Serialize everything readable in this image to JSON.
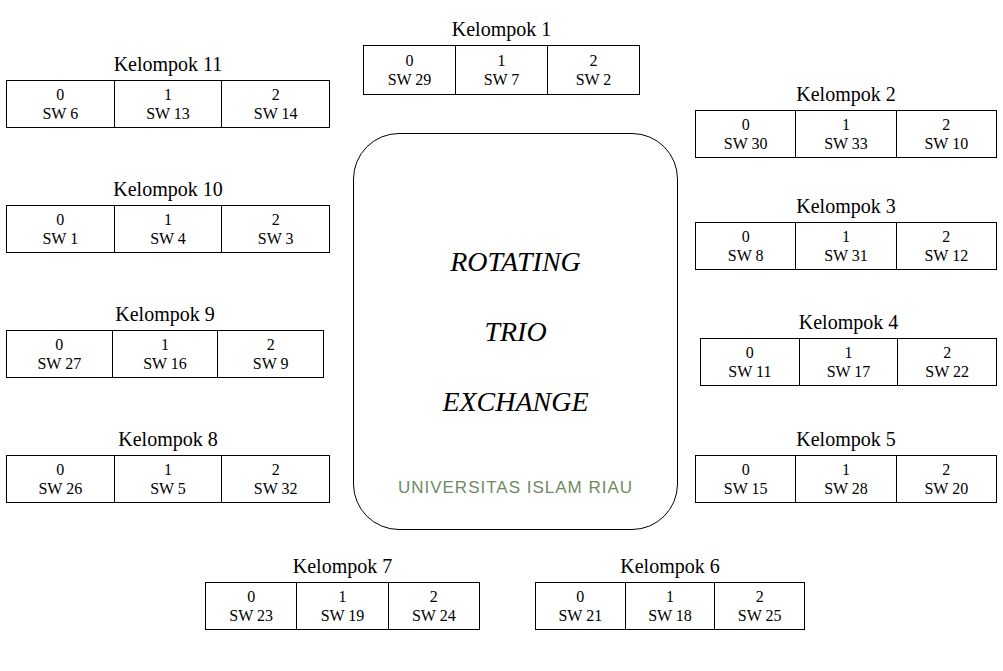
{
  "diagram": {
    "nodes": [
      {
        "text": [
          "Kelompok 1"
        ]
      },
      {
        "text": [
          "0",
          "SW 29"
        ],
        "in": 0
      },
      {
        "text": [
          "1",
          "SW 7"
        ],
        "in": 0
      },
      {
        "text": [
          "2",
          "SW 2"
        ],
        "in": 0
      },
      {
        "text": [
          "Kelompok 2"
        ]
      },
      {
        "text": [
          "0",
          "SW 30"
        ],
        "in": 4
      },
      {
        "text": [
          "1",
          "SW 33"
        ],
        "in": 4
      },
      {
        "text": [
          "2",
          "SW 10"
        ],
        "in": 4
      },
      {
        "text": [
          "Kelompok 3"
        ]
      },
      {
        "text": [
          "0",
          "SW 8"
        ],
        "in": 8
      },
      {
        "text": [
          "1",
          "SW 31"
        ],
        "in": 8
      },
      {
        "text": [
          "2",
          "SW 12"
        ],
        "in": 8
      },
      {
        "text": [
          "Kelompok 4"
        ]
      },
      {
        "text": [
          "0",
          "SW 11"
        ],
        "in": 12
      },
      {
        "text": [
          "1",
          "SW 17"
        ],
        "in": 12
      },
      {
        "text": [
          "2",
          "SW 22"
        ],
        "in": 12
      },
      {
        "text": [
          "Kelompok 5"
        ]
      },
      {
        "text": [
          "0",
          "SW 15"
        ],
        "in": 16
      },
      {
        "text": [
          "1",
          "SW 28"
        ],
        "in": 16
      },
      {
        "text": [
          "2",
          "SW 20"
        ],
        "in": 16
      },
      {
        "text": [
          "Kelompok 6"
        ]
      },
      {
        "text": [
          "0",
          "SW 21"
        ],
        "in": 20
      },
      {
        "text": [
          "1",
          "SW 18"
        ],
        "in": 20
      },
      {
        "text": [
          "2",
          "SW 25"
        ],
        "in": 20
      },
      {
        "text": [
          "Kelompok 7"
        ]
      },
      {
        "text": [
          "0",
          "SW 23"
        ],
        "in": 24
      },
      {
        "text": [
          "1",
          "SW 19"
        ],
        "in": 24
      },
      {
        "text": [
          "2",
          "SW 24"
        ],
        "in": 24
      },
      {
        "text": [
          "Kelompok 8"
        ]
      },
      {
        "text": [
          "0",
          "SW 26"
        ],
        "in": 28
      },
      {
        "text": [
          "1",
          "SW 5"
        ],
        "in": 28
      },
      {
        "text": [
          "2",
          "SW 32"
        ],
        "in": 28
      },
      {
        "text": [
          "Kelompok 9"
        ]
      },
      {
        "text": [
          "0",
          "SW 27"
        ],
        "in": 32
      },
      {
        "text": [
          "1",
          "SW 16"
        ],
        "in": 32
      },
      {
        "text": [
          "2",
          "SW 9"
        ],
        "in": 32
      },
      {
        "text": [
          "Kelompok 10"
        ]
      },
      {
        "text": [
          "0",
          "SW 1"
        ],
        "in": 36
      },
      {
        "text": [
          "1",
          "SW 4"
        ],
        "in": 36
      },
      {
        "text": [
          "2",
          "SW 3"
        ],
        "in": 36
      },
      {
        "text": [
          "Kelompok 11"
        ]
      },
      {
        "text": [
          "0",
          "SW 6"
        ],
        "in": 40
      },
      {
        "text": [
          "1",
          "SW 13"
        ],
        "in": 40
      },
      {
        "text": [
          "2",
          "SW 14"
        ],
        "in": 40
      },
      {
        "text": [
          "ROTATING TRIO EXCHANGE"
        ]
      }
    ],
    "labels": [
      "UNIVERSITAS ISLAM RIAU"
    ]
  }
}
